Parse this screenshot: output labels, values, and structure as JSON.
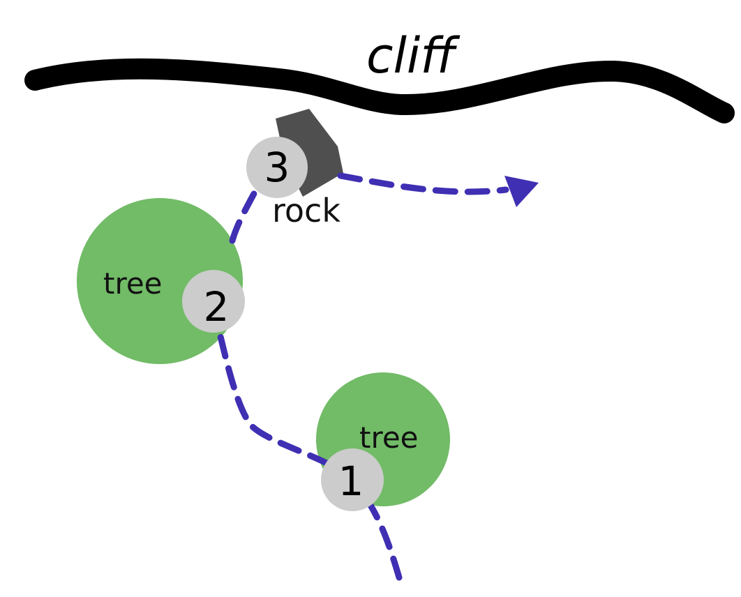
{
  "labels": {
    "cliff": "cliff",
    "tree_top": "tree",
    "tree_bottom": "tree",
    "rock": "rock"
  },
  "waypoints": [
    {
      "number": "1"
    },
    {
      "number": "2"
    },
    {
      "number": "3"
    }
  ],
  "colors": {
    "path": "#3f2fb3",
    "tree": "#72bb67",
    "rock": "#4f4f4f",
    "waypoint": "#cccccc",
    "cliff": "#000000"
  }
}
